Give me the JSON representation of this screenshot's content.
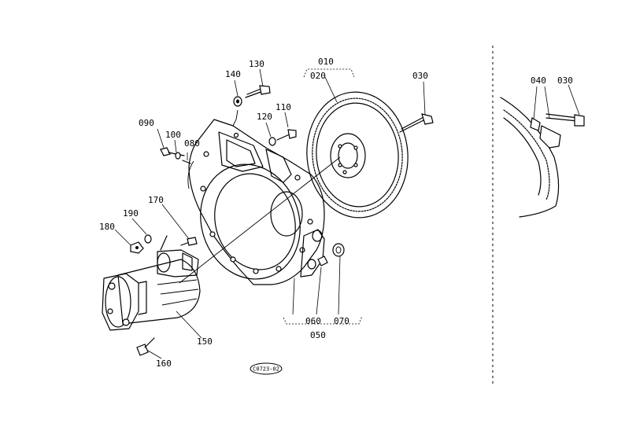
{
  "diagram": {
    "callouts": {
      "p010": "010",
      "p020": "020",
      "p030": "030",
      "p030b": "030",
      "p040": "040",
      "p050": "050",
      "p060": "060",
      "p070": "070",
      "p080": "080",
      "p090": "090",
      "p100": "100",
      "p110": "110",
      "p120": "120",
      "p130": "130",
      "p140": "140",
      "p150": "150",
      "p160": "160",
      "p170": "170",
      "p180": "180",
      "p190": "190"
    },
    "drawing_code": "C0723-02"
  }
}
